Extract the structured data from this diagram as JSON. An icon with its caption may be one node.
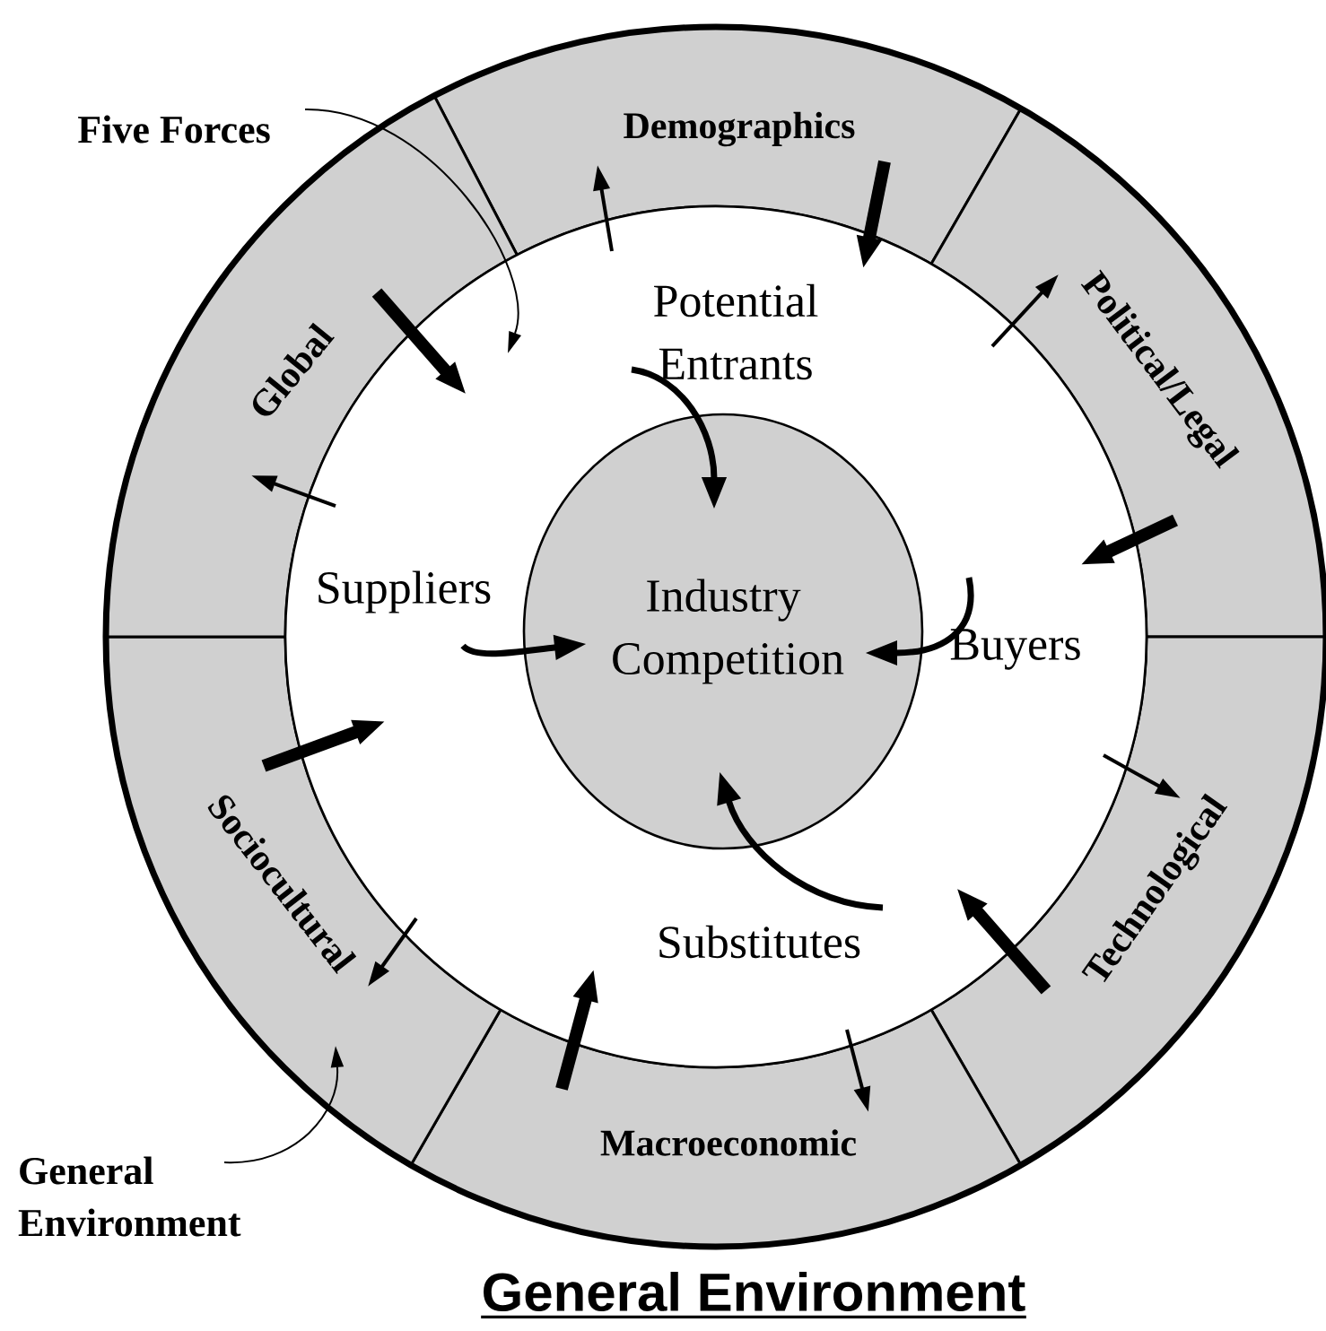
{
  "diagram": {
    "caption": "General Environment",
    "nodes": [
      {
        "text": [
          "Demographics"
        ]
      },
      {
        "text": [
          "Political/Legal"
        ]
      },
      {
        "text": [
          "Technological"
        ]
      },
      {
        "text": [
          "Macroeconomic"
        ]
      },
      {
        "text": [
          "Sociocultural"
        ]
      },
      {
        "text": [
          "Global"
        ]
      },
      {
        "text": [],
        "shape": "circle"
      },
      {
        "text": [
          "Potential Entrants"
        ],
        "in": 6
      },
      {
        "text": [
          "Suppliers"
        ],
        "in": 6
      },
      {
        "text": [
          "Industry Competition"
        ],
        "in": 6
      },
      {
        "text": [
          "Buyers"
        ],
        "in": 6
      },
      {
        "text": [
          "Substitutes"
        ],
        "in": 6
      },
      {
        "text": [
          "Five Forces"
        ]
      },
      {
        "text": [
          "General Environment"
        ]
      }
    ],
    "edges": [
      {
        "from": 12,
        "to": 6,
        "arrow": "to"
      },
      {
        "from": 13,
        "to": 4,
        "arrow": "to"
      },
      {
        "from": 7,
        "to": 9,
        "arrow": "to"
      },
      {
        "from": 10,
        "to": 9,
        "arrow": "to"
      },
      {
        "from": 11,
        "to": 9,
        "arrow": "to"
      },
      {
        "from": 8,
        "to": 9,
        "arrow": "to"
      },
      {
        "from": 0,
        "to": 6,
        "arrow": "to",
        "style": "thick"
      },
      {
        "from": 6,
        "to": 0,
        "arrow": "to"
      },
      {
        "from": 1,
        "to": 6,
        "arrow": "to",
        "style": "thick"
      },
      {
        "from": 6,
        "to": 1,
        "arrow": "to"
      },
      {
        "from": 2,
        "to": 6,
        "arrow": "to",
        "style": "thick"
      },
      {
        "from": 6,
        "to": 2,
        "arrow": "to"
      },
      {
        "from": 3,
        "to": 6,
        "arrow": "to",
        "style": "thick"
      },
      {
        "from": 6,
        "to": 3,
        "arrow": "to"
      },
      {
        "from": 4,
        "to": 6,
        "arrow": "to",
        "style": "thick"
      },
      {
        "from": 6,
        "to": 4,
        "arrow": "to"
      },
      {
        "from": 5,
        "to": 6,
        "arrow": "to",
        "style": "thick"
      },
      {
        "from": 6,
        "to": 5,
        "arrow": "to"
      }
    ]
  }
}
